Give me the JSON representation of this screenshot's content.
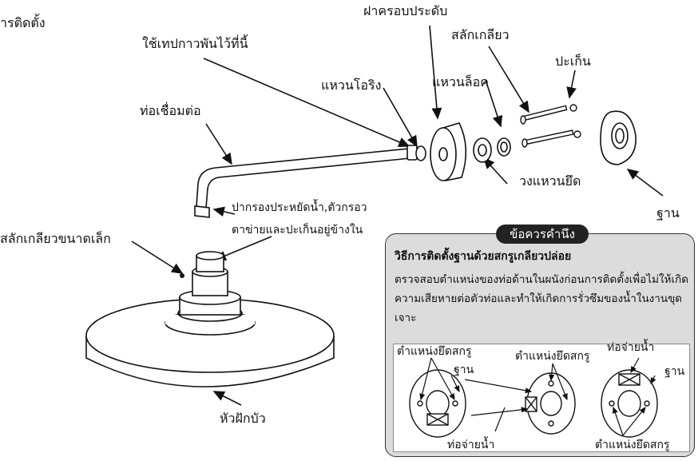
{
  "labels": {
    "top_left_title": "ารติดตั้ง",
    "tape_note": "ใช้เทปกาวพันไว้ที่นี้",
    "decor_cap": "ฝาครอบประดับ",
    "screw": "สลักเกลียว",
    "washer": "ปะเก็น",
    "o_ring": "แหวนโอริง",
    "lock_ring": "แหวนล็อค",
    "pipe": "ท่อเชื่อมต่อ",
    "retaining_ring": "วงแหวนยึด",
    "base": "ฐาน",
    "nozzle_line1": "ปากรองประหยัดน้ำ,ตัวกรอว",
    "nozzle_line2": "ตาข่ายและปะเก็นอยู่ข้างใน",
    "small_screw": "สลักเกลียวขนาดเล็ก",
    "shower_head": "หัวฝักบัว"
  },
  "note": {
    "tag": "ข้อควรคำนึง",
    "title": "วิธีการติดตั้งฐานด้วยสกรูเกลียวปล่อย",
    "body": "ตรวจสอบตำแหน่งของท่อด้านในผนังก่อนการติดตั้งเพื่อไม่ให้เกิดความเสียหายต่อตัวท่อและทำให้เกิดการรั่วซึมของน้ำในงานขุดเจาะ",
    "fix_pos_1": "ตำแหน่งยึดสกรู",
    "base_1": "ฐาน",
    "fix_pos_2": "ตำแหน่งยึดสกรู",
    "water_pipe_top": "ท่อจ่ายน้ำ",
    "base_2": "ฐาน",
    "water_pipe_bottom": "ท่อจ่ายน้ำ",
    "fix_pos_3": "ตำแหน่งยึดสกรู"
  }
}
